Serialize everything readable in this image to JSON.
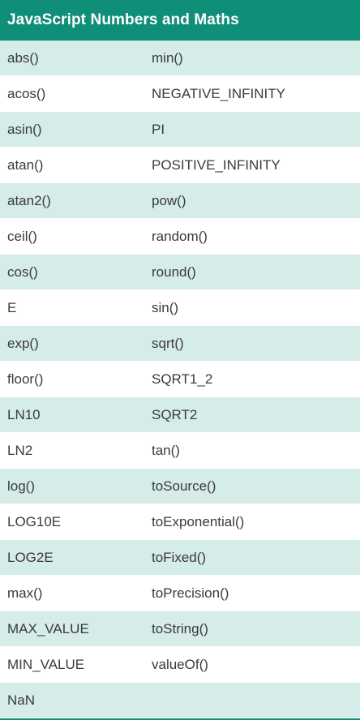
{
  "table": {
    "title": "JavaScript Numbers and Maths",
    "rows": [
      {
        "left": "abs()",
        "right": "min()"
      },
      {
        "left": "acos()",
        "right": "NEGATIVE_INFINITY"
      },
      {
        "left": "asin()",
        "right": "PI"
      },
      {
        "left": "atan()",
        "right": "POSITIVE_INFINITY"
      },
      {
        "left": "atan2()",
        "right": "pow()"
      },
      {
        "left": "ceil()",
        "right": "random()"
      },
      {
        "left": "cos()",
        "right": "round()"
      },
      {
        "left": "E",
        "right": "sin()"
      },
      {
        "left": "exp()",
        "right": "sqrt()"
      },
      {
        "left": "floor()",
        "right": "SQRT1_2"
      },
      {
        "left": "LN10",
        "right": "SQRT2"
      },
      {
        "left": "LN2",
        "right": "tan()"
      },
      {
        "left": "log()",
        "right": "toSource()"
      },
      {
        "left": "LOG10E",
        "right": "toExponential()"
      },
      {
        "left": "LOG2E",
        "right": "toFixed()"
      },
      {
        "left": "max()",
        "right": "toPrecision()"
      },
      {
        "left": "MAX_VALUE",
        "right": "toString()"
      },
      {
        "left": "MIN_VALUE",
        "right": "valueOf()"
      },
      {
        "left": "NaN",
        "right": ""
      }
    ]
  },
  "colors": {
    "header_bg": "#0f8e78",
    "row_alt_bg": "#d5ece8",
    "row_bg": "#ffffff",
    "text": "#3a3a3a"
  }
}
